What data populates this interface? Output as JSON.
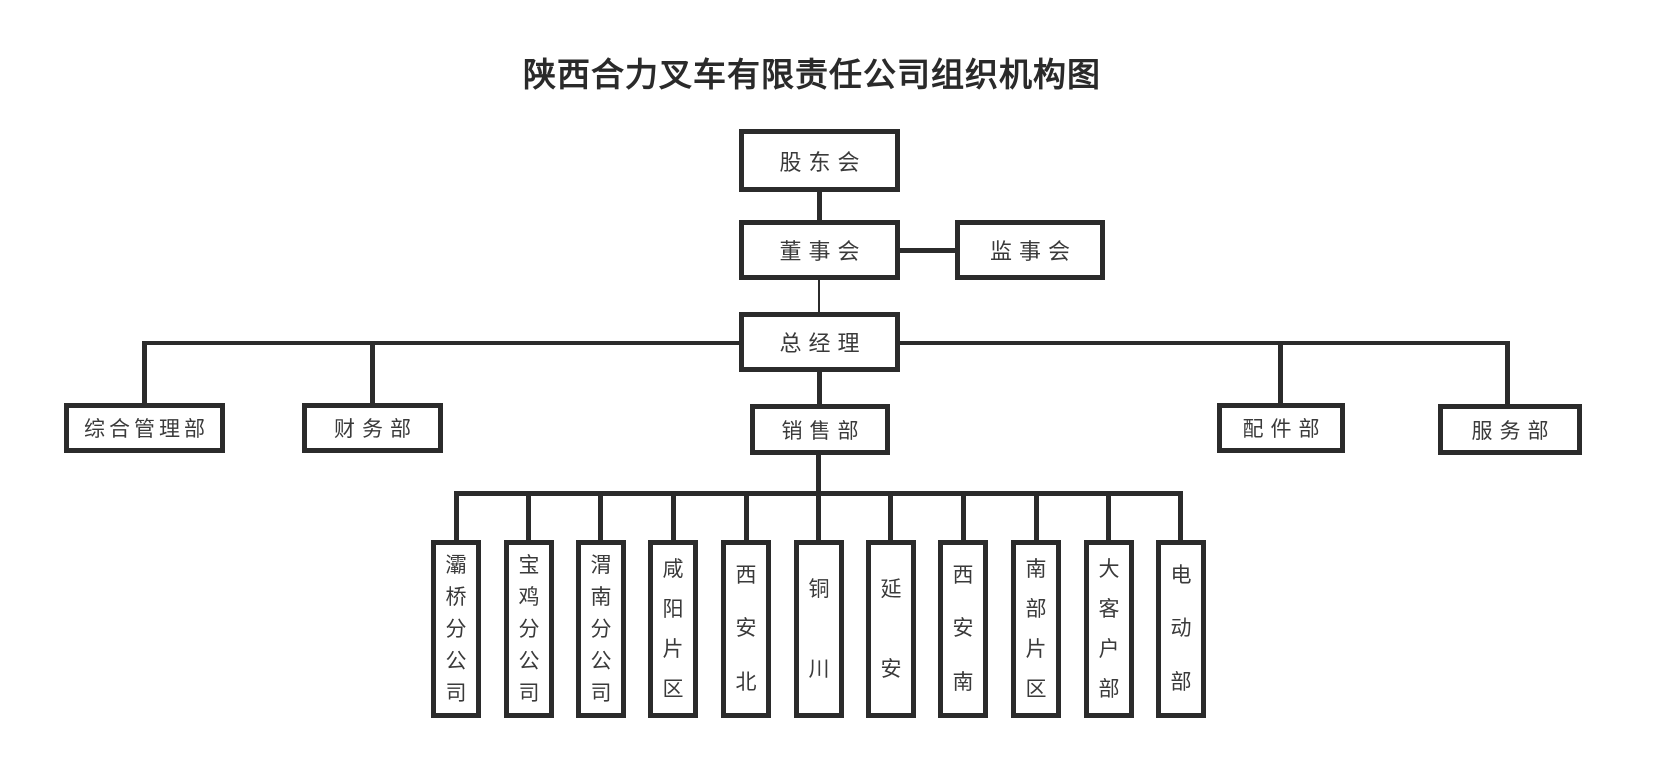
{
  "title": "陕西合力叉车有限责任公司组织机构图",
  "org": {
    "shareholders": "股东会",
    "board": "董事会",
    "supervisory": "监事会",
    "general_manager": "总经理",
    "departments": [
      "综合管理部",
      "财务部",
      "销售部",
      "配件部",
      "服务部"
    ],
    "sales_units": [
      "灞桥分公司",
      "宝鸡分公司",
      "渭南分公司",
      "咸阳片区",
      "西安北",
      "铜川",
      "延安",
      "西安南",
      "南部片区",
      "大客户部",
      "电动部"
    ]
  },
  "colors": {
    "line": "#2b2b2b",
    "text": "#3a3a3a",
    "background": "#ffffff"
  }
}
